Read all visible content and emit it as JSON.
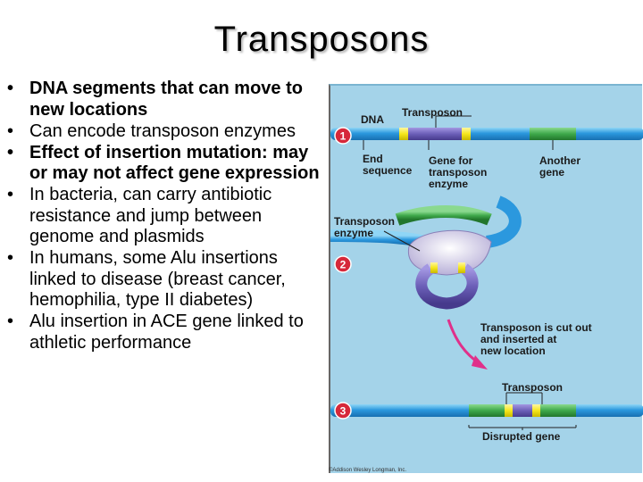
{
  "slide": {
    "title": "Transposons"
  },
  "bullets": [
    {
      "marker": "•",
      "text": "DNA segments that can move to new locations",
      "bold": true
    },
    {
      "marker": "•",
      "text": "Can encode transposon enzymes",
      "bold": false
    },
    {
      "marker": "•",
      "text": "Effect of insertion mutation: may or may not affect gene expression",
      "bold": true
    },
    {
      "marker": "•",
      "text": "In bacteria, can carry antibiotic resistance and jump between genome and plasmids",
      "bold": false
    },
    {
      "marker": "•",
      "text": "In humans, some Alu insertions linked to disease (breast cancer, hemophilia, type II diabetes)",
      "bold": false
    },
    {
      "marker": "•",
      "text": "Alu insertion in ACE gene linked to athletic performance",
      "bold": false
    }
  ],
  "figure": {
    "labels": {
      "dna": "DNA",
      "transposon_top": "Transposon",
      "end_sequence_1": "End",
      "end_sequence_2": "sequence",
      "gene_for_1": "Gene for",
      "gene_for_2": "transposon",
      "gene_for_3": "enzyme",
      "another_gene_1": "Another",
      "another_gene_2": "gene",
      "transposon_enzyme_1": "Transposon",
      "transposon_enzyme_2": "enzyme",
      "cut_out_1": "Transposon is cut out",
      "cut_out_2": "and inserted at",
      "cut_out_3": "new location",
      "transposon_bottom": "Transposon",
      "disrupted_gene": "Disrupted gene"
    },
    "steps": [
      "1",
      "2",
      "3"
    ],
    "copyright": "©Addison Wesley Longman, Inc.",
    "colors": {
      "background": "#a4d3e9",
      "dna_blue": "#1e90d8",
      "dna_blue_light": "#5ec3f0",
      "end_sequence_yellow": "#f5e61c",
      "enzyme_gene_purple": "#6c5fb8",
      "another_gene_green": "#3ea84a",
      "step_badge_red": "#d6283a",
      "arrow_pink": "#e0308a"
    }
  }
}
